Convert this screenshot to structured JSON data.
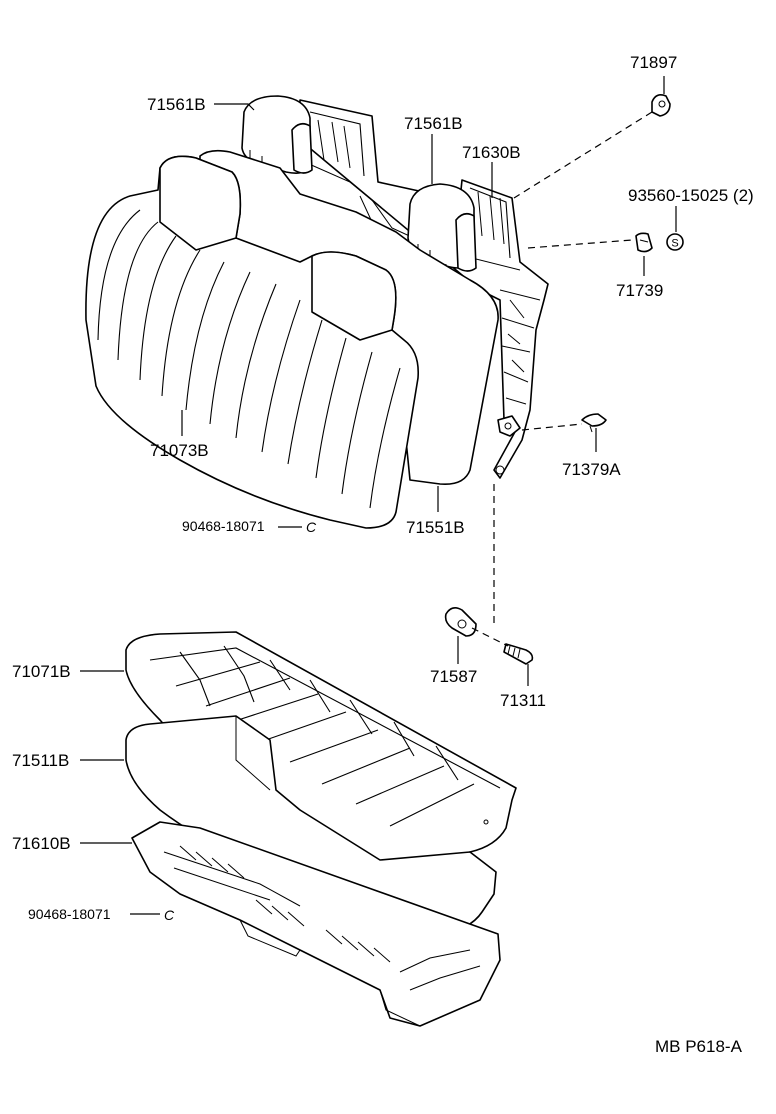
{
  "labels": {
    "p71897": "71897",
    "p71561b_left": "71561B",
    "p71561b_right": "71561B",
    "p71630b": "71630B",
    "p93560": "93560-15025 (2)",
    "p71739": "71739",
    "p71073b": "71073B",
    "p71379a": "71379A",
    "p90468_upper": "90468-18071",
    "p71551b": "71551B",
    "p71071b": "71071B",
    "p71587": "71587",
    "p71511b": "71511B",
    "p71311": "71311",
    "p71610b": "71610B",
    "p90468_lower": "90468-18071",
    "clip_mark": "C",
    "screw_mark": "S"
  },
  "footer": {
    "figure_code": "MB P618-A"
  }
}
